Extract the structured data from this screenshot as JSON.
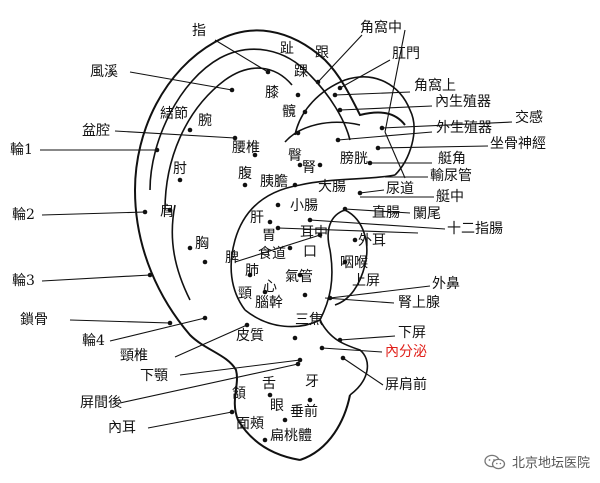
{
  "colors": {
    "ink": "#111111",
    "highlight": "#e0201a",
    "watermark": "#555555"
  },
  "labels": {
    "zhi": "指",
    "jiaowozhong": "角窩中",
    "zhi_toe": "趾",
    "gen": "跟",
    "gangmen": "肛門",
    "fengxi": "風溪",
    "huai": "踝",
    "jiaowoshang": "角窩上",
    "xi": "膝",
    "neishengzhiqi": "內生殖器",
    "jiejie": "結節",
    "wan": "腕",
    "kuan": "髖",
    "jiaogan": "交感",
    "waishengzhiqi": "外生殖器",
    "penqiang": "盆腔",
    "zuogushenjing": "坐骨神經",
    "lun1": "輪1",
    "yaozhui": "腰椎",
    "tun": "臀",
    "shen": "腎",
    "pangguang": "膀胱",
    "tingjiao": "艇角",
    "zhou": "肘",
    "fu": "腹",
    "yidan": "胰膽",
    "shuniaoguan": "輸尿管",
    "niaodao": "尿道",
    "dachang": "大腸",
    "lun2": "輪2",
    "jian": "肩",
    "xiaochang": "小腸",
    "tingzhong": "艇中",
    "gan": "肝",
    "zhichang": "直腸",
    "lanwei": "闌尾",
    "shierzhichang": "十二指腸",
    "wei": "胃",
    "erzhong": "耳中",
    "xiong": "胸",
    "waier": "外耳",
    "shidao": "食道",
    "kou": "口",
    "pi": "脾",
    "yanhou": "咽喉",
    "fei": "肺",
    "lun3": "輪3",
    "qiguan": "氣管",
    "xin": "心",
    "shangping": "上屏",
    "waibi": "外鼻",
    "jing": "頸",
    "suogu": "鎖骨",
    "naogan": "腦幹",
    "shenshangxian": "腎上腺",
    "lun4": "輪4",
    "sanjiao": "三焦",
    "jingzhui": "頸椎",
    "pizhi": "皮質",
    "xiaping": "下屏",
    "neifenmi": "內分泌",
    "xiae": "下顎",
    "pingjianhou": "屏間後",
    "she": "舌",
    "ya": "牙",
    "pingjianqian": "屏肩前",
    "e": "頷",
    "yan": "眼",
    "chuiqian": "垂前",
    "neier": "內耳",
    "mianjia": "面頰",
    "biantaoti": "扁桃體"
  },
  "watermark": {
    "text": "北京地坛医院",
    "icon": "wechat-icon"
  }
}
